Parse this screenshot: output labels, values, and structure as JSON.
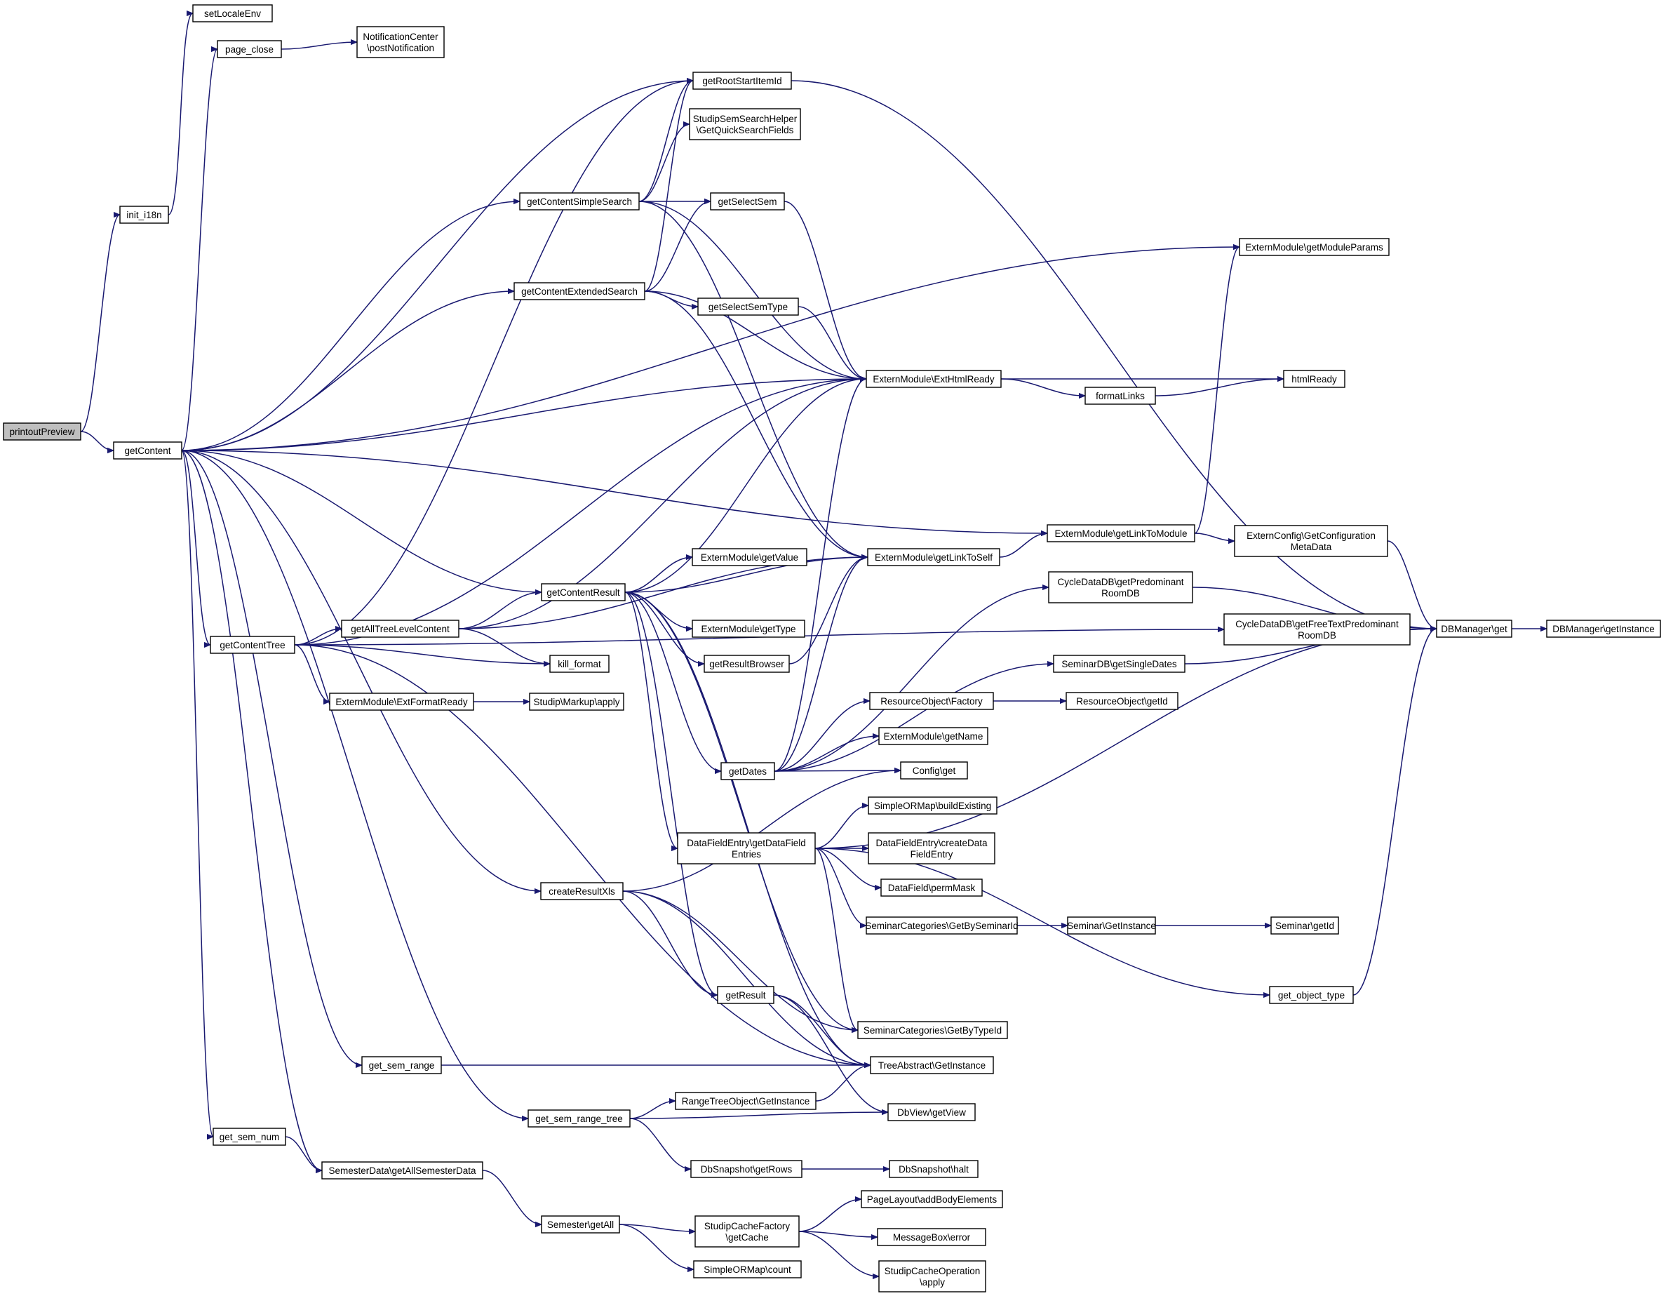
{
  "diagram": {
    "type": "call-graph",
    "root": "printoutPreview",
    "colors": {
      "edge": "#191970",
      "root_fill": "#bfbfbf",
      "node_fill": "#ffffff",
      "node_border": "#000000"
    },
    "nodes": [
      {
        "id": "printoutPreview",
        "lines": [
          "printoutPreview"
        ]
      },
      {
        "id": "getContent",
        "lines": [
          "getContent"
        ]
      },
      {
        "id": "init_i18n",
        "lines": [
          "init_i18n"
        ]
      },
      {
        "id": "setLocaleEnv",
        "lines": [
          "setLocaleEnv"
        ]
      },
      {
        "id": "page_close",
        "lines": [
          "page_close"
        ]
      },
      {
        "id": "postNotification",
        "lines": [
          "NotificationCenter",
          "\\postNotification"
        ]
      },
      {
        "id": "getRootStartItemId",
        "lines": [
          "getRootStartItemId"
        ]
      },
      {
        "id": "GetQuickSearchFields",
        "lines": [
          "StudipSemSearchHelper",
          "\\GetQuickSearchFields"
        ]
      },
      {
        "id": "getContentSimpleSearch",
        "lines": [
          "getContentSimpleSearch"
        ]
      },
      {
        "id": "getSelectSem",
        "lines": [
          "getSelectSem"
        ]
      },
      {
        "id": "getContentExtendedSearch",
        "lines": [
          "getContentExtendedSearch"
        ]
      },
      {
        "id": "getSelectSemType",
        "lines": [
          "getSelectSemType"
        ]
      },
      {
        "id": "ExtHtmlReady",
        "lines": [
          "ExternModule\\ExtHtmlReady"
        ]
      },
      {
        "id": "getModuleParams",
        "lines": [
          "ExternModule\\getModuleParams"
        ]
      },
      {
        "id": "htmlReady",
        "lines": [
          "htmlReady"
        ]
      },
      {
        "id": "formatLinks",
        "lines": [
          "formatLinks"
        ]
      },
      {
        "id": "getLinkToModule",
        "lines": [
          "ExternModule\\getLinkToModule"
        ]
      },
      {
        "id": "GetConfigurationMetaData",
        "lines": [
          "ExternConfig\\GetConfiguration",
          "MetaData"
        ]
      },
      {
        "id": "getLinkToSelf",
        "lines": [
          "ExternModule\\getLinkToSelf"
        ]
      },
      {
        "id": "getValue",
        "lines": [
          "ExternModule\\getValue"
        ]
      },
      {
        "id": "getContentResult",
        "lines": [
          "getContentResult"
        ]
      },
      {
        "id": "getPredominantRoomDB",
        "lines": [
          "CycleDataDB\\getPredominant",
          "RoomDB"
        ]
      },
      {
        "id": "getFreeTextPredominantRoomDB",
        "lines": [
          "CycleDataDB\\getFreeTextPredominant",
          "RoomDB"
        ]
      },
      {
        "id": "DBManagerGet",
        "lines": [
          "DBManager\\get"
        ]
      },
      {
        "id": "DBManagerGetInstance",
        "lines": [
          "DBManager\\getInstance"
        ]
      },
      {
        "id": "getType",
        "lines": [
          "ExternModule\\getType"
        ]
      },
      {
        "id": "getContentTree",
        "lines": [
          "getContentTree"
        ]
      },
      {
        "id": "getAllTreeLevelContent",
        "lines": [
          "getAllTreeLevelContent"
        ]
      },
      {
        "id": "kill_format",
        "lines": [
          "kill_format"
        ]
      },
      {
        "id": "getResultBrowser",
        "lines": [
          "getResultBrowser"
        ]
      },
      {
        "id": "getSingleDates",
        "lines": [
          "SeminarDB\\getSingleDates"
        ]
      },
      {
        "id": "ExtFormatReady",
        "lines": [
          "ExternModule\\ExtFormatReady"
        ]
      },
      {
        "id": "MarkupApply",
        "lines": [
          "Studip\\Markup\\apply"
        ]
      },
      {
        "id": "ResourceObjectFactory",
        "lines": [
          "ResourceObject\\Factory"
        ]
      },
      {
        "id": "ResourceObjectGetId",
        "lines": [
          "ResourceObject\\getId"
        ]
      },
      {
        "id": "getName",
        "lines": [
          "ExternModule\\getName"
        ]
      },
      {
        "id": "getDates",
        "lines": [
          "getDates"
        ]
      },
      {
        "id": "ConfigGet",
        "lines": [
          "Config\\get"
        ]
      },
      {
        "id": "buildExisting",
        "lines": [
          "SimpleORMap\\buildExisting"
        ]
      },
      {
        "id": "getDataFieldEntries",
        "lines": [
          "DataFieldEntry\\getDataField",
          "Entries"
        ]
      },
      {
        "id": "createDataFieldEntry",
        "lines": [
          "DataFieldEntry\\createData",
          "FieldEntry"
        ]
      },
      {
        "id": "permMask",
        "lines": [
          "DataField\\permMask"
        ]
      },
      {
        "id": "createResultXls",
        "lines": [
          "createResultXls"
        ]
      },
      {
        "id": "GetBySeminarId",
        "lines": [
          "SeminarCategories\\GetBySeminarId"
        ]
      },
      {
        "id": "SeminarGetInstance",
        "lines": [
          "Seminar\\GetInstance"
        ]
      },
      {
        "id": "SeminarGetId",
        "lines": [
          "Seminar\\getId"
        ]
      },
      {
        "id": "getResult",
        "lines": [
          "getResult"
        ]
      },
      {
        "id": "get_object_type",
        "lines": [
          "get_object_type"
        ]
      },
      {
        "id": "GetByTypeId",
        "lines": [
          "SeminarCategories\\GetByTypeId"
        ]
      },
      {
        "id": "get_sem_range",
        "lines": [
          "get_sem_range"
        ]
      },
      {
        "id": "TreeAbstractGetInstance",
        "lines": [
          "TreeAbstract\\GetInstance"
        ]
      },
      {
        "id": "RangeTreeObjectGetInstance",
        "lines": [
          "RangeTreeObject\\GetInstance"
        ]
      },
      {
        "id": "get_sem_range_tree",
        "lines": [
          "get_sem_range_tree"
        ]
      },
      {
        "id": "DbViewGetView",
        "lines": [
          "DbView\\getView"
        ]
      },
      {
        "id": "get_sem_num",
        "lines": [
          "get_sem_num"
        ]
      },
      {
        "id": "getAllSemesterData",
        "lines": [
          "SemesterData\\getAllSemesterData"
        ]
      },
      {
        "id": "DbSnapshotGetRows",
        "lines": [
          "DbSnapshot\\getRows"
        ]
      },
      {
        "id": "DbSnapshotHalt",
        "lines": [
          "DbSnapshot\\halt"
        ]
      },
      {
        "id": "addBodyElements",
        "lines": [
          "PageLayout\\addBodyElements"
        ]
      },
      {
        "id": "SemesterGetAll",
        "lines": [
          "Semester\\getAll"
        ]
      },
      {
        "id": "getCache",
        "lines": [
          "StudipCacheFactory",
          "\\getCache"
        ]
      },
      {
        "id": "MessageBoxError",
        "lines": [
          "MessageBox\\error"
        ]
      },
      {
        "id": "SimpleORMapCount",
        "lines": [
          "SimpleORMap\\count"
        ]
      },
      {
        "id": "StudipCacheOperationApply",
        "lines": [
          "StudipCacheOperation",
          "\\apply"
        ]
      }
    ],
    "edges": [
      [
        "printoutPreview",
        "init_i18n"
      ],
      [
        "printoutPreview",
        "getContent"
      ],
      [
        "init_i18n",
        "setLocaleEnv"
      ],
      [
        "getContent",
        "page_close"
      ],
      [
        "getContent",
        "getRootStartItemId"
      ],
      [
        "getContent",
        "getModuleParams"
      ],
      [
        "getContent",
        "getContentSimpleSearch"
      ],
      [
        "getContent",
        "getContentExtendedSearch"
      ],
      [
        "getContent",
        "ExtHtmlReady"
      ],
      [
        "getContent",
        "getLinkToModule"
      ],
      [
        "getContent",
        "getContentResult"
      ],
      [
        "getContent",
        "getContentTree"
      ],
      [
        "getContent",
        "createResultXls"
      ],
      [
        "getContent",
        "get_sem_range"
      ],
      [
        "getContent",
        "get_sem_range_tree"
      ],
      [
        "getContent",
        "get_sem_num"
      ],
      [
        "getContent",
        "getAllSemesterData"
      ],
      [
        "page_close",
        "postNotification"
      ],
      [
        "getRootStartItemId",
        "DBManagerGet"
      ],
      [
        "getContentSimpleSearch",
        "getRootStartItemId"
      ],
      [
        "getContentSimpleSearch",
        "GetQuickSearchFields"
      ],
      [
        "getContentSimpleSearch",
        "getSelectSem"
      ],
      [
        "getContentSimpleSearch",
        "ExtHtmlReady"
      ],
      [
        "getContentSimpleSearch",
        "getLinkToSelf"
      ],
      [
        "getSelectSem",
        "ExtHtmlReady"
      ],
      [
        "getContentExtendedSearch",
        "getRootStartItemId"
      ],
      [
        "getContentExtendedSearch",
        "getSelectSem"
      ],
      [
        "getContentExtendedSearch",
        "getSelectSemType"
      ],
      [
        "getContentExtendedSearch",
        "ExtHtmlReady"
      ],
      [
        "getContentExtendedSearch",
        "getLinkToSelf"
      ],
      [
        "getSelectSemType",
        "ExtHtmlReady"
      ],
      [
        "ExtHtmlReady",
        "htmlReady"
      ],
      [
        "ExtHtmlReady",
        "formatLinks"
      ],
      [
        "formatLinks",
        "htmlReady"
      ],
      [
        "getLinkToModule",
        "getModuleParams"
      ],
      [
        "getLinkToModule",
        "GetConfigurationMetaData"
      ],
      [
        "GetConfigurationMetaData",
        "DBManagerGet"
      ],
      [
        "getLinkToSelf",
        "getLinkToModule"
      ],
      [
        "getContentResult",
        "ExtHtmlReady"
      ],
      [
        "getContentResult",
        "getLinkToSelf"
      ],
      [
        "getContentResult",
        "getValue"
      ],
      [
        "getContentResult",
        "getType"
      ],
      [
        "getContentResult",
        "getResultBrowser"
      ],
      [
        "getContentResult",
        "getDates"
      ],
      [
        "getContentResult",
        "getDataFieldEntries"
      ],
      [
        "getContentResult",
        "getResult"
      ],
      [
        "getContentResult",
        "GetByTypeId"
      ],
      [
        "getContentResult",
        "TreeAbstractGetInstance"
      ],
      [
        "getPredominantRoomDB",
        "DBManagerGet"
      ],
      [
        "getFreeTextPredominantRoomDB",
        "DBManagerGet"
      ],
      [
        "getSingleDates",
        "DBManagerGet"
      ],
      [
        "DBManagerGet",
        "DBManagerGetInstance"
      ],
      [
        "getContentTree",
        "getRootStartItemId"
      ],
      [
        "getContentTree",
        "ExtHtmlReady"
      ],
      [
        "getContentTree",
        "getAllTreeLevelContent"
      ],
      [
        "getContentTree",
        "kill_format"
      ],
      [
        "getContentTree",
        "ExtFormatReady"
      ],
      [
        "getContentTree",
        "getFreeTextPredominantRoomDB"
      ],
      [
        "getContentTree",
        "TreeAbstractGetInstance"
      ],
      [
        "getAllTreeLevelContent",
        "ExtHtmlReady"
      ],
      [
        "getAllTreeLevelContent",
        "getContentResult"
      ],
      [
        "getAllTreeLevelContent",
        "kill_format"
      ],
      [
        "getAllTreeLevelContent",
        "getLinkToSelf"
      ],
      [
        "getResultBrowser",
        "getLinkToSelf"
      ],
      [
        "ExtFormatReady",
        "MarkupApply"
      ],
      [
        "getDates",
        "ExtHtmlReady"
      ],
      [
        "getDates",
        "getLinkToSelf"
      ],
      [
        "getDates",
        "getPredominantRoomDB"
      ],
      [
        "getDates",
        "getSingleDates"
      ],
      [
        "getDates",
        "ResourceObjectFactory"
      ],
      [
        "getDates",
        "getName"
      ],
      [
        "getDates",
        "ConfigGet"
      ],
      [
        "ResourceObjectFactory",
        "ResourceObjectGetId"
      ],
      [
        "getDataFieldEntries",
        "buildExisting"
      ],
      [
        "getDataFieldEntries",
        "createDataFieldEntry"
      ],
      [
        "getDataFieldEntries",
        "permMask"
      ],
      [
        "getDataFieldEntries",
        "GetBySeminarId"
      ],
      [
        "getDataFieldEntries",
        "DBManagerGet"
      ],
      [
        "getDataFieldEntries",
        "get_object_type"
      ],
      [
        "getDataFieldEntries",
        "GetByTypeId"
      ],
      [
        "GetBySeminarId",
        "SeminarGetInstance"
      ],
      [
        "SeminarGetInstance",
        "SeminarGetId"
      ],
      [
        "get_object_type",
        "DBManagerGet"
      ],
      [
        "createResultXls",
        "ConfigGet"
      ],
      [
        "createResultXls",
        "getResult"
      ],
      [
        "createResultXls",
        "GetByTypeId"
      ],
      [
        "createResultXls",
        "TreeAbstractGetInstance"
      ],
      [
        "getResult",
        "TreeAbstractGetInstance"
      ],
      [
        "getResult",
        "DbViewGetView"
      ],
      [
        "get_sem_range",
        "TreeAbstractGetInstance"
      ],
      [
        "get_sem_range_tree",
        "RangeTreeObjectGetInstance"
      ],
      [
        "get_sem_range_tree",
        "DbViewGetView"
      ],
      [
        "get_sem_range_tree",
        "DbSnapshotGetRows"
      ],
      [
        "RangeTreeObjectGetInstance",
        "TreeAbstractGetInstance"
      ],
      [
        "DbSnapshotGetRows",
        "DbSnapshotHalt"
      ],
      [
        "get_sem_num",
        "getAllSemesterData"
      ],
      [
        "getAllSemesterData",
        "SemesterGetAll"
      ],
      [
        "SemesterGetAll",
        "getCache"
      ],
      [
        "SemesterGetAll",
        "SimpleORMapCount"
      ],
      [
        "getCache",
        "addBodyElements"
      ],
      [
        "getCache",
        "MessageBoxError"
      ],
      [
        "getCache",
        "StudipCacheOperationApply"
      ]
    ]
  }
}
